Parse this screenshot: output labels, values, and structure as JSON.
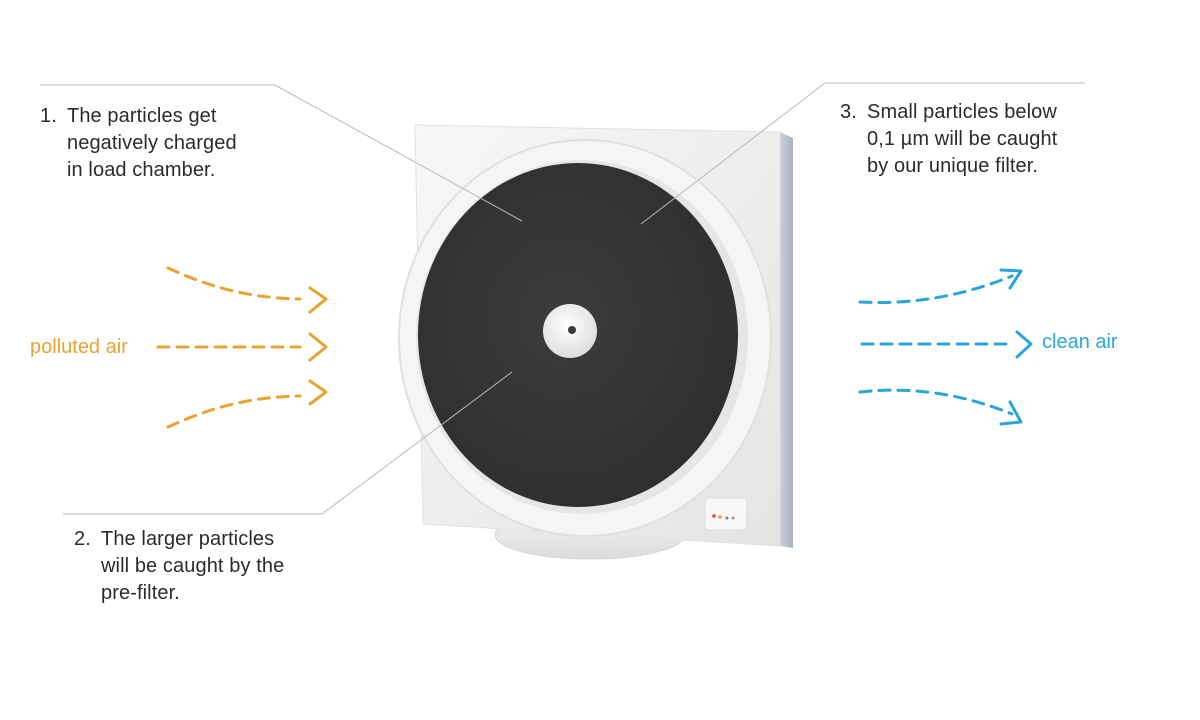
{
  "colors": {
    "polluted": "#e8a330",
    "clean": "#2aa5d8",
    "text": "#2b2b2b",
    "leader_line": "#b8b8b8",
    "filter_disc": "#353535",
    "device_body": "#f1f1f1"
  },
  "callouts": [
    {
      "number": "1.",
      "lines": [
        "The particles get",
        "negatively charged",
        "in load chamber."
      ]
    },
    {
      "number": "2.",
      "lines": [
        "The larger particles",
        "will be caught by the",
        "pre-filter."
      ]
    },
    {
      "number": "3.",
      "lines": [
        "Small particles below",
        "0,1 µm will be caught",
        "by our unique filter."
      ]
    }
  ],
  "airflow": {
    "inlet_label": "polluted air",
    "outlet_label": "clean air"
  },
  "icons": {
    "inlet_arrows": "arrow-right-icon",
    "outlet_arrows": "arrow-right-icon",
    "indicator_leds": "status-led-icon"
  }
}
